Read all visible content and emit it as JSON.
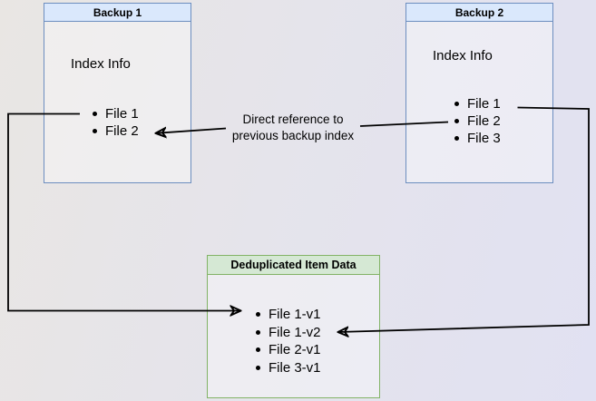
{
  "colors": {
    "blue_fill": "#dae8fc",
    "blue_border": "#6c8ebf",
    "green_fill": "#d5e8d4",
    "green_border": "#82b366",
    "arrow": "#000000"
  },
  "boxes": {
    "backup1": {
      "title": "Backup 1",
      "label": "Index Info",
      "items": [
        "File 1",
        "File 2"
      ]
    },
    "backup2": {
      "title": "Backup 2",
      "label": "Index Info",
      "items": [
        "File 1",
        "File 2",
        "File 3"
      ]
    },
    "dedup": {
      "title": "Deduplicated Item Data",
      "items": [
        "File 1-v1",
        "File 1-v2",
        "File 2-v1",
        "File 3-v1"
      ]
    }
  },
  "edges": {
    "label_lines": [
      "Direct reference to",
      "previous backup index"
    ],
    "connections": [
      {
        "from": "Backup 1 / File 1",
        "to": "Deduplicated Item Data / File 1-v1",
        "label": ""
      },
      {
        "from": "Backup 2 / File 1",
        "to": "Deduplicated Item Data / File 1-v2",
        "label": ""
      },
      {
        "from": "Backup 2 / File 2",
        "to": "Backup 1 / File 2",
        "label": "Direct reference to previous backup index"
      }
    ]
  }
}
